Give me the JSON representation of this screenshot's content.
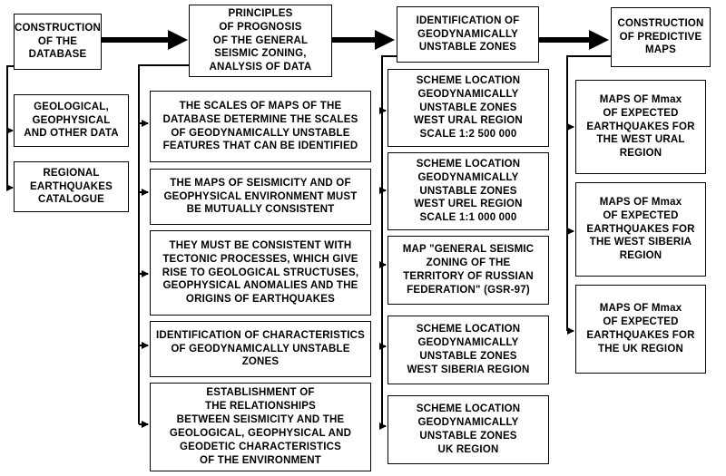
{
  "headers": {
    "construction_db": "CONSTRUCTION\nOF THE\nDATABASE",
    "principles": "PRINCIPLES\nOF PROGNOSIS\nOF THE GENERAL\nSEISMIC ZONING,\nANALYSIS OF DATA",
    "identification": "IDENTIFICATION OF\nGEODYNAMICALLY\nUNSTABLE ZONES",
    "predictive": "CONSTRUCTION\nOF PREDICTIVE\nMAPS"
  },
  "database_items": [
    "GEOLOGICAL,\nGEOPHYSICAL\nAND OTHER DATA",
    "REGIONAL\nEARTHQUAKES\nCATALOGUE"
  ],
  "principle_items": [
    "THE SCALES OF MAPS OF THE\nDATABASE DETERMINE THE SCALES\nOF GEODYNAMICALLY UNSTABLE\nFEATURES THAT CAN BE IDENTIFIED",
    "THE MAPS OF SEISMICITY AND OF\nGEOPHYSICAL ENVIRONMENT MUST\nBE MUTUALLY CONSISTENT",
    "THEY MUST BE CONSISTENT WITH\nTECTONIC PROCESSES, WHICH GIVE\nRISE TO GEOLOGICAL STRUCTUSES,\nGEOPHYSICAL ANOMALIES AND THE\nORIGINS OF EARTHQUAKES",
    "IDENTIFICATION OF CHARACTERISTICS\nOF GEODYNAMICALLY UNSTABLE\nZONES",
    "ESTABLISHMENT OF\nTHE RELATIONSHIPS\nBETWEEN SEISMICITY AND THE\nGEOLOGICAL, GEOPHYSICAL AND\nGEODETIC CHARACTERISTICS\nOF THE ENVIRONMENT"
  ],
  "identification_items": [
    "SCHEME LOCATION\nGEODYNAMICALLY\nUNSTABLE ZONES\nWEST URAL REGION\nSCALE 1:2 500 000",
    "SCHEME LOCATION\nGEODYNAMICALLY\nUNSTABLE ZONES\nWEST UREL REGION\nSCALE 1:1 000 000",
    "MAP \"GENERAL SEISMIC\nZONING OF THE\nTERRITORY OF RUSSIAN\nFEDERATION\" (GSR-97)",
    "SCHEME LOCATION\nGEODYNAMICALLY\nUNSTABLE ZONES\nWEST SIBERIA REGION",
    "SCHEME LOCATION\nGEODYNAMICALLY\nUNSTABLE ZONES\nUK REGION"
  ],
  "predictive_items": [
    "MAPS OF Mmax\nOF EXPECTED\nEARTHQUAKES  FOR\nTHE WEST URAL\nREGION",
    "MAPS OF Mmax\nOF EXPECTED\nEARTHQUAKES  FOR\nTHE WEST SIBERIA\nREGION",
    "MAPS OF Mmax\nOF EXPECTED\nEARTHQUAKES  FOR\nTHE UK REGION"
  ]
}
